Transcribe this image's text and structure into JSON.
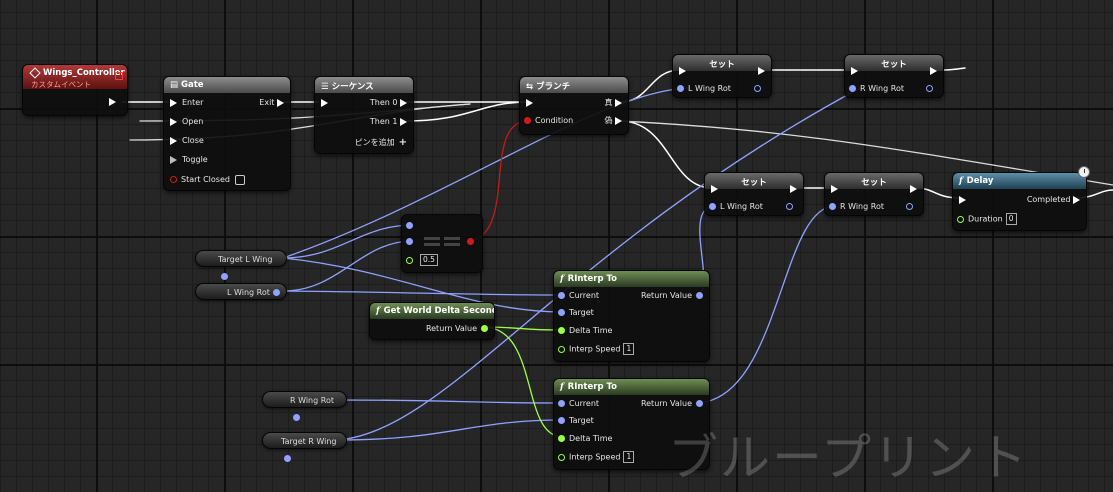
{
  "nodes": {
    "event": {
      "title": "Wings_Controller",
      "subtitle": "カスタムイベント"
    },
    "gate": {
      "title": "Gate",
      "enter": "Enter",
      "open": "Open",
      "close": "Close",
      "toggle": "Toggle",
      "start_closed": "Start Closed",
      "exit": "Exit"
    },
    "sequence": {
      "title": "シーケンス",
      "then0": "Then 0",
      "then1": "Then 1",
      "add_pin": "ピンを追加"
    },
    "branch": {
      "title": "ブランチ",
      "condition": "Condition",
      "true": "真",
      "false": "偽"
    },
    "set1": {
      "title": "セット",
      "var": "L Wing Rot"
    },
    "set2": {
      "title": "セット",
      "var": "R Wing Rot"
    },
    "set3": {
      "title": "セット",
      "var": "L Wing Rot"
    },
    "set4": {
      "title": "セット",
      "var": "R Wing Rot"
    },
    "delay": {
      "title": "Delay",
      "completed": "Completed",
      "duration": "Duration",
      "duration_value": "0"
    },
    "compare": {
      "value": "0.5"
    },
    "rinterp1": {
      "title": "RInterp To",
      "current": "Current",
      "target": "Target",
      "delta": "Delta Time",
      "speed": "Interp Speed",
      "speed_value": "1",
      "ret": "Return Value"
    },
    "rinterp2": {
      "title": "RInterp To",
      "current": "Current",
      "target": "Target",
      "delta": "Delta Time",
      "speed": "Interp Speed",
      "speed_value": "1",
      "ret": "Return Value"
    },
    "delta": {
      "title": "Get World Delta Seconds",
      "ret": "Return Value"
    }
  },
  "variables": {
    "target_l": "Target L Wing",
    "l_rot": "L Wing Rot",
    "r_rot": "R Wing Rot",
    "target_r": "Target R Wing"
  },
  "colors": {
    "exec": "#ffffff",
    "struct": "#8fa2ff",
    "float": "#9cff44",
    "bool": "#d11b1b"
  },
  "watermark": "ブループリント"
}
